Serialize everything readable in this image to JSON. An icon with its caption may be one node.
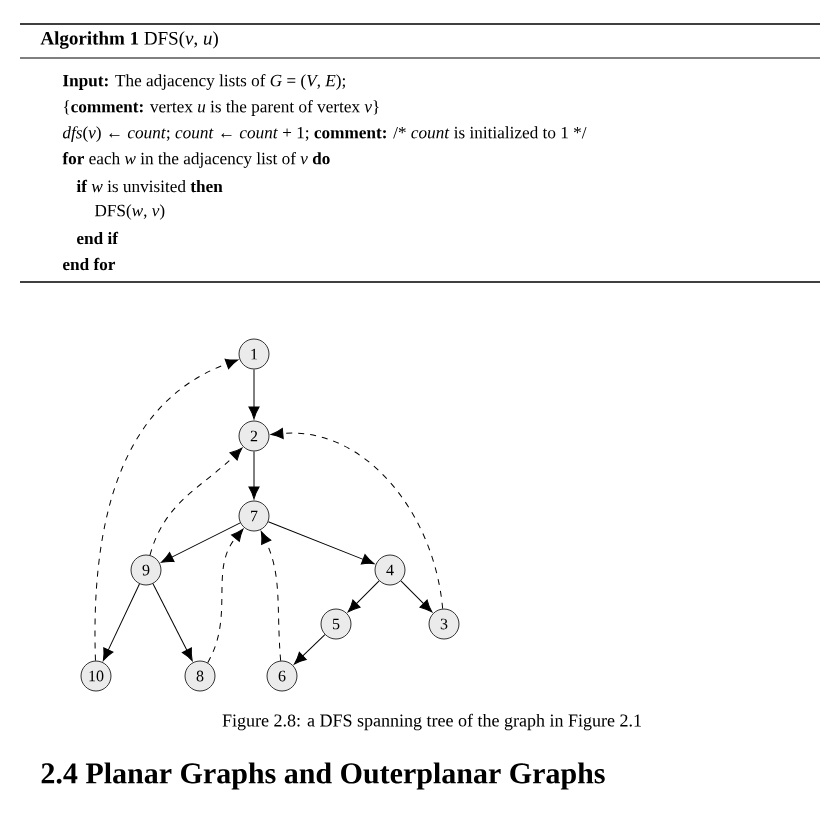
{
  "diagram": {
    "caption": "Figure 2.8: a DFS spanning tree of the graph in Figure 2.1",
    "nodes": [
      {
        "text": [
          "1"
        ]
      },
      {
        "text": [
          "2"
        ]
      },
      {
        "text": [
          "7"
        ]
      },
      {
        "text": [
          "9"
        ]
      },
      {
        "text": [
          "4"
        ]
      },
      {
        "text": [
          "5"
        ]
      },
      {
        "text": [
          "3"
        ]
      },
      {
        "text": [
          "10"
        ]
      },
      {
        "text": [
          "8"
        ]
      },
      {
        "text": [
          "6"
        ]
      }
    ],
    "edges": [
      {
        "from": 0,
        "to": 1,
        "arrow": "to"
      },
      {
        "from": 1,
        "to": 2,
        "arrow": "to"
      },
      {
        "from": 2,
        "to": 3,
        "arrow": "to"
      },
      {
        "from": 2,
        "to": 4,
        "arrow": "to"
      },
      {
        "from": 3,
        "to": 7,
        "arrow": "to"
      },
      {
        "from": 3,
        "to": 8,
        "arrow": "to"
      },
      {
        "from": 4,
        "to": 5,
        "arrow": "to"
      },
      {
        "from": 4,
        "to": 6,
        "arrow": "to"
      },
      {
        "from": 5,
        "to": 9,
        "arrow": "to"
      },
      {
        "from": 7,
        "to": 0,
        "arrow": "to",
        "style": "dashed"
      },
      {
        "from": 3,
        "to": 1,
        "arrow": "to",
        "style": "dashed"
      },
      {
        "from": 8,
        "to": 2,
        "arrow": "to",
        "style": "dashed"
      },
      {
        "from": 9,
        "to": 2,
        "arrow": "to",
        "style": "dashed"
      },
      {
        "from": 6,
        "to": 1,
        "arrow": "to",
        "style": "dashed"
      }
    ],
    "labels": [
      "**Algorithm 1** DFS(*v*, *u*)",
      "**Input:** The adjacency lists of *G* = (*V*, *E*);",
      "{**comment:** vertex *u* is the parent of vertex *v*}",
      "*dfs*(*v*) ← *count*; *count* ← *count* + 1; **comment:** /* *count* is initialized to 1 */",
      "**for** each *w* in the adjacency list of *v* **do**",
      "**if** *w* is unvisited **then**",
      "DFS(*w*, *v*)",
      "**end if**",
      "**end for**",
      "2.4 Planar Graphs and Outerplanar Graphs"
    ]
  }
}
